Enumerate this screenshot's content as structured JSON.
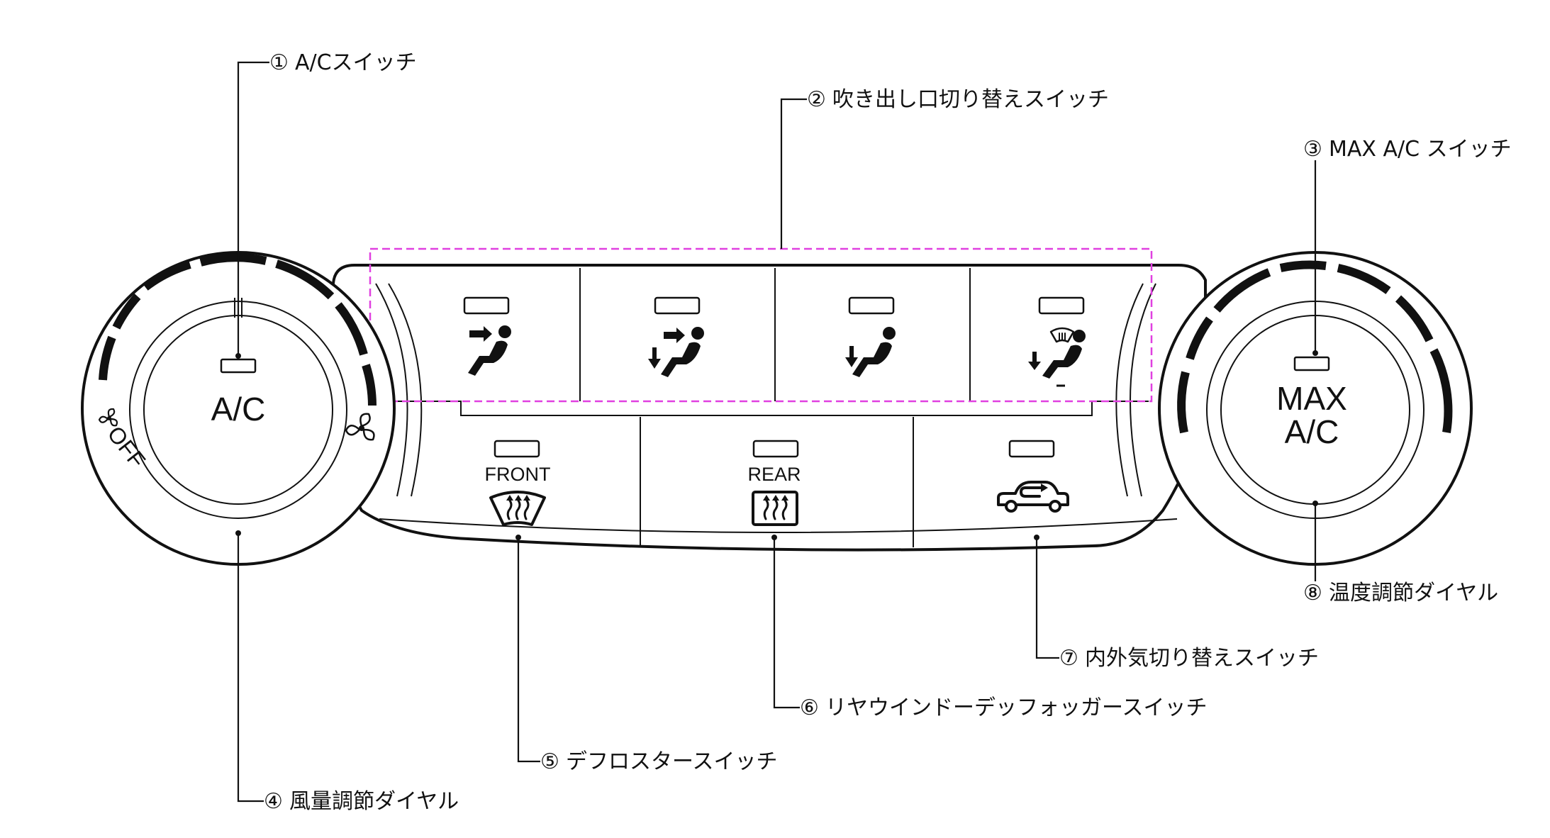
{
  "labels": {
    "l1": {
      "num": "①",
      "text": "A/Cスイッチ"
    },
    "l2": {
      "num": "②",
      "text": "吹き出し口切り替えスイッチ"
    },
    "l3": {
      "num": "③",
      "text": "MAX A/C スイッチ"
    },
    "l4": {
      "num": "④",
      "text": "風量調節ダイヤル"
    },
    "l5": {
      "num": "⑤",
      "text": "デフロスタースイッチ"
    },
    "l6": {
      "num": "⑥",
      "text": "リヤウインドーデッフォッガースイッチ"
    },
    "l7": {
      "num": "⑦",
      "text": "内外気切り替えスイッチ"
    },
    "l8": {
      "num": "⑧",
      "text": "温度調節ダイヤル"
    }
  },
  "panel": {
    "ac_button": "A/C",
    "fan_off": "OFF",
    "max_line1": "MAX",
    "max_line2": "A/C",
    "front_label": "FRONT",
    "rear_label": "REAR"
  },
  "colors": {
    "highlight_box": "#e040e0",
    "line": "#111111",
    "background": "#ffffff"
  },
  "icons": [
    "fan-icon-small",
    "fan-icon-large",
    "face-vent-icon",
    "bi-level-vent-icon",
    "foot-vent-icon",
    "foot-defrost-vent-icon",
    "front-defroster-icon",
    "rear-defogger-icon",
    "recirculation-icon"
  ]
}
